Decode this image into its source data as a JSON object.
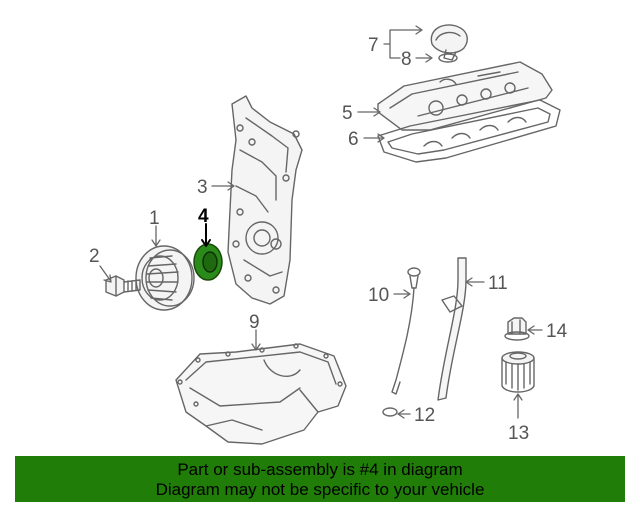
{
  "diagram": {
    "labels": [
      {
        "id": "1",
        "text": "1",
        "highlight": false
      },
      {
        "id": "2",
        "text": "2",
        "highlight": false
      },
      {
        "id": "3",
        "text": "3",
        "highlight": false
      },
      {
        "id": "4",
        "text": "4",
        "highlight": true
      },
      {
        "id": "5",
        "text": "5",
        "highlight": false
      },
      {
        "id": "6",
        "text": "6",
        "highlight": false
      },
      {
        "id": "7",
        "text": "7",
        "highlight": false
      },
      {
        "id": "8",
        "text": "8",
        "highlight": false
      },
      {
        "id": "9",
        "text": "9",
        "highlight": false
      },
      {
        "id": "10",
        "text": "10",
        "highlight": false
      },
      {
        "id": "11",
        "text": "11",
        "highlight": false
      },
      {
        "id": "12",
        "text": "12",
        "highlight": false
      },
      {
        "id": "13",
        "text": "13",
        "highlight": false
      },
      {
        "id": "14",
        "text": "14",
        "highlight": false
      }
    ],
    "highlight_color": "#2a8a1a",
    "line_color": "#666666"
  },
  "banner": {
    "line1": "Part or sub-assembly is #4 in diagram",
    "line2": "Diagram may not be specific to your vehicle",
    "background": "#1f7d08"
  }
}
